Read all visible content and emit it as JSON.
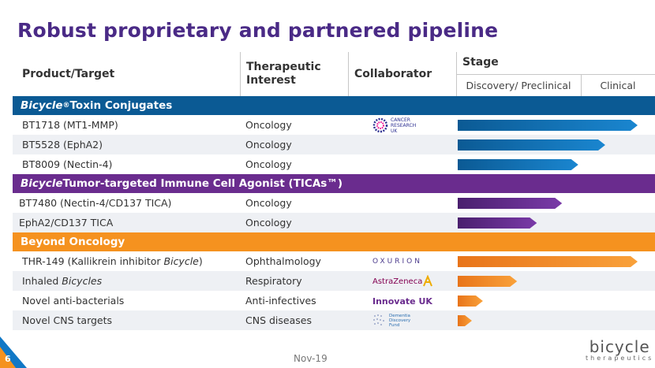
{
  "title": "Robust proprietary and partnered pipeline",
  "header": {
    "product": "Product/Target",
    "interest": "Therapeutic Interest",
    "collaborator": "Collaborator",
    "stage": "Stage",
    "discovery": "Discovery/ Preclinical",
    "clinical": "Clinical"
  },
  "sections": {
    "toxin": {
      "italic": "Bicycle",
      "sup": "®",
      "rest": " Toxin Conjugates"
    },
    "tica": {
      "italic": "Bicycle",
      "rest": " Tumor-targeted Immune Cell Agonist (TICAs™)"
    },
    "beyond": {
      "rest": "Beyond Oncology"
    }
  },
  "rows": [
    {
      "product": "BT1718 (MT1-MMP)",
      "interest": "Oncology",
      "collaborator": "CANCER RESEARCH UK",
      "progress": 1.0
    },
    {
      "product": "BT5528 (EphA2)",
      "interest": "Oncology",
      "collaborator": "",
      "progress": 0.82
    },
    {
      "product": "BT8009 (Nectin-4)",
      "interest": "Oncology",
      "collaborator": "",
      "progress": 0.67
    },
    {
      "product": "BT7480 (Nectin-4/CD137 TICA)",
      "interest": "Oncology",
      "collaborator": "",
      "progress": 0.58
    },
    {
      "product": "EphA2/CD137 TICA",
      "interest": "Oncology",
      "collaborator": "",
      "progress": 0.44
    },
    {
      "product_pre": "THR-149 (Kallikrein inhibitor ",
      "product_italic": "Bicycle",
      "product_post": ")",
      "interest": "Ophthalmology",
      "collaborator": "OXURION",
      "progress": 1.0
    },
    {
      "product_pre": "Inhaled ",
      "product_italic": "Bicycles",
      "product_post": "",
      "interest": "Respiratory",
      "collaborator": "AstraZeneca",
      "progress": 0.33
    },
    {
      "product": "Novel anti-bacterials",
      "interest": "Anti-infectives",
      "collaborator": "Innovate UK",
      "progress": 0.14
    },
    {
      "product": "Novel CNS targets",
      "interest": "CNS diseases",
      "collaborator": "Dementia Discovery Fund",
      "progress": 0.07
    }
  ],
  "colors": {
    "blue": "#0b5a94",
    "purple": "#6a2c8e",
    "orange": "#f5921f",
    "title": "#4a2a86"
  },
  "footer": {
    "date": "Nov-19",
    "page": "6",
    "brand": "bicycle",
    "brand_sub": "therapeutics"
  }
}
